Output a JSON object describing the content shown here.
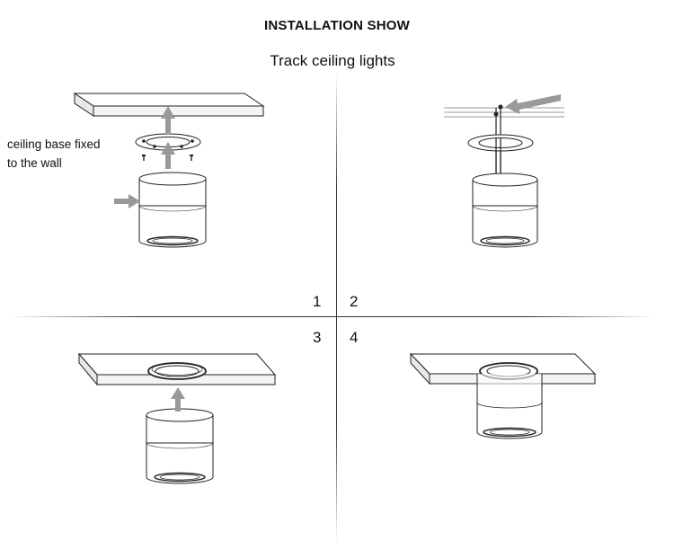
{
  "title": "INSTALLATION SHOW",
  "subtitle": "Track ceiling lights",
  "steps": [
    "1",
    "2",
    "3",
    "4"
  ],
  "annotation": {
    "line1": "ceiling base fixed",
    "line2": "to the wall"
  },
  "colors": {
    "line": "#222222",
    "arrow": "#999999",
    "divider": "#bbbbbb"
  }
}
